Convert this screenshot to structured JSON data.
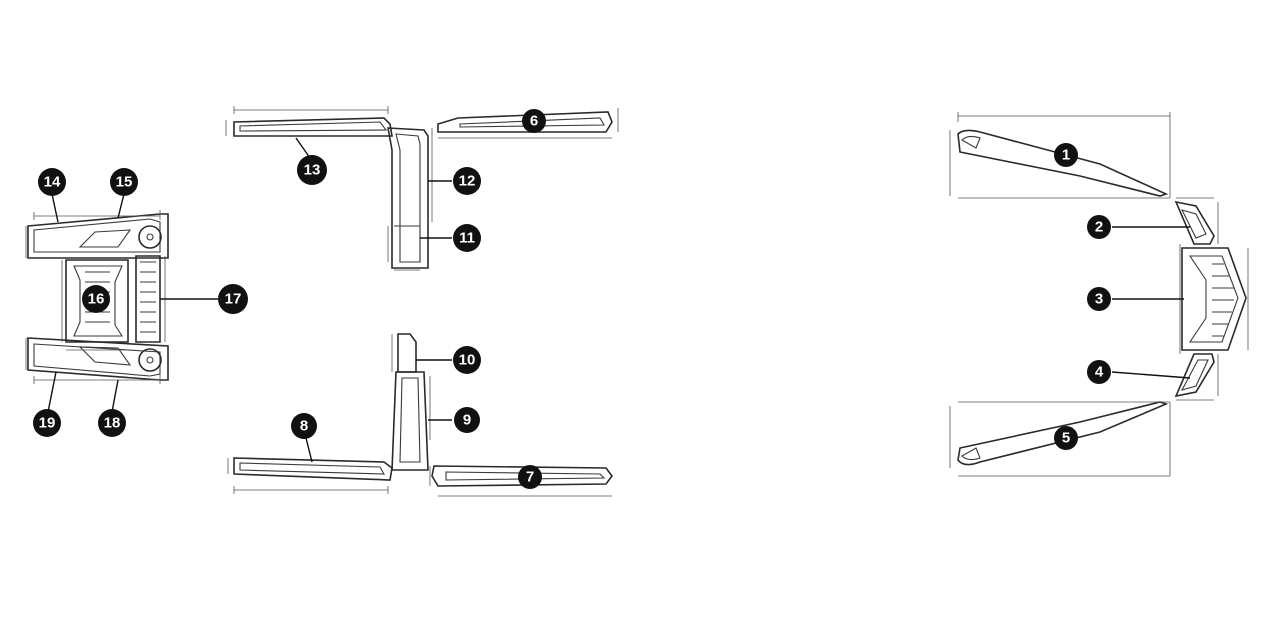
{
  "parts": [
    {
      "id": "1",
      "label": "1"
    },
    {
      "id": "2",
      "label": "2"
    },
    {
      "id": "3",
      "label": "3"
    },
    {
      "id": "4",
      "label": "4"
    },
    {
      "id": "5",
      "label": "5"
    },
    {
      "id": "6",
      "label": "6"
    },
    {
      "id": "7",
      "label": "7"
    },
    {
      "id": "8",
      "label": "8"
    },
    {
      "id": "9",
      "label": "9"
    },
    {
      "id": "10",
      "label": "10"
    },
    {
      "id": "11",
      "label": "11"
    },
    {
      "id": "12",
      "label": "12"
    },
    {
      "id": "13",
      "label": "13"
    },
    {
      "id": "14",
      "label": "14"
    },
    {
      "id": "15",
      "label": "15"
    },
    {
      "id": "16",
      "label": "16"
    },
    {
      "id": "17",
      "label": "17"
    },
    {
      "id": "18",
      "label": "18"
    },
    {
      "id": "19",
      "label": "19"
    }
  ],
  "colors": {
    "line": "#2a2a2a",
    "badge": "#111111",
    "badge_text": "#ffffff",
    "background": "#ffffff"
  }
}
